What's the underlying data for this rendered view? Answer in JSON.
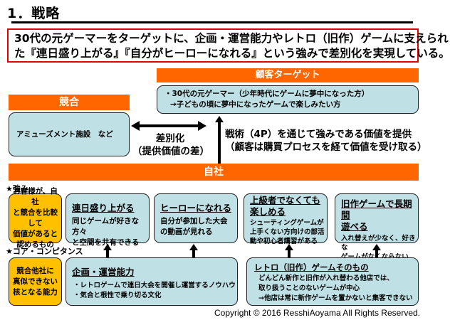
{
  "title": "1．戦略",
  "summary": {
    "line1": "30代の元ゲーマーをターゲットに、企画・運営能力やレトロ（旧作）ゲームに支えられ",
    "line2": "た『連日盛り上がる』『自分がヒーローになれる』という強みで差別化を実現している。"
  },
  "customer": {
    "header": "顧客ターゲット",
    "line1": "・30代の元ゲーマー（少年時代にゲームに夢中になった方）",
    "line2": "→子どもの頃に夢中になったゲームで楽しみたい方"
  },
  "competitor": {
    "header": "競合",
    "text": "アミューズメント施設　など"
  },
  "differentiation": {
    "line1": "差別化",
    "line2": "（提供価値の差）"
  },
  "tactics": {
    "line1": "戦術（4P）を通じて強みである価値を提供",
    "line2": "（顧客は購買プロセスを経て価値を受け取る）"
  },
  "company": {
    "header": "自社"
  },
  "strengths": {
    "label": "★強み",
    "definition": [
      "お客様が、自社",
      "と競合を比較して",
      "価値があると",
      "認めるもの"
    ],
    "items": [
      {
        "title": "連日盛り上がる",
        "body": [
          "同じゲームが好きな方々",
          "と空間を共有できる"
        ]
      },
      {
        "title": "ヒーローになれる",
        "body": [
          "自分が参加した大会",
          "の動画が見れる"
        ]
      },
      {
        "title": [
          "上級者でなくても",
          "楽しめる"
        ],
        "body": [
          "シューティングゲームが",
          "上手くない方向けの部活",
          "動や初心者講習がある"
        ]
      },
      {
        "title": [
          "旧作ゲームで長期間",
          "遊べる"
        ],
        "body": [
          "入れ替えが少なく、好きな",
          "ゲームがなくならない"
        ]
      }
    ]
  },
  "core": {
    "label": "★コア・コンピタンス",
    "definition": [
      "競合他社に",
      "真似できない",
      "核となる能力"
    ],
    "items": [
      {
        "title": "企画・運営能力",
        "body": [
          "・レトロゲームで連日大会を開催し運営するノウハウ",
          "・気合と根性で乗り切る文化"
        ]
      },
      {
        "title": "レトロ（旧作）ゲームそのもの",
        "body": [
          "どんどん新作と旧作が入れ替わる他店では、",
          "取り扱うことのないゲームが中心",
          "→他店は常に新作ゲームを置かないと集客できない"
        ]
      }
    ]
  },
  "copyright": "Copyright © 2016 ResshiAoyama All Rights Reserved.",
  "colors": {
    "orange": "#ff6600",
    "teal_box": "#bfe0e5",
    "yellow_box": "#ffc000",
    "summary_border": "#e00000"
  }
}
